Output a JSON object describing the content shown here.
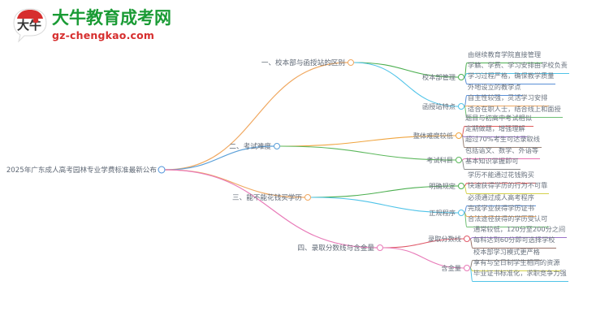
{
  "header": {
    "logo_icon": "speech-bubble-daniu-logo",
    "brand_title": "大牛教育成考网",
    "brand_domain": "gz-chengkao.com",
    "brand_color": "#1a9b35",
    "domain_color": "#d62e2e"
  },
  "mindmap": {
    "root": {
      "label": "2025年广东成人高考园林专业学费标准最新公布",
      "color": "#4a90d9"
    },
    "branches": [
      {
        "label": "一、校本部与函授站的区别",
        "color": "#f0a860",
        "children": [
          {
            "label": "校本部管理",
            "color": "#4caf50",
            "leaves": [
              {
                "text": "由继续教育学院直接管理",
                "color": "#4caf50"
              },
              {
                "text": "学籍、学费、学习安排由学校负责",
                "color": "#4fc3e8"
              },
              {
                "text": "学习过程严格，确保教学质量",
                "color": "#5a8fd6"
              }
            ]
          },
          {
            "label": "函授站特点",
            "color": "#4fc3e8",
            "leaves": [
              {
                "text": "外地设立的教学点",
                "color": "#5a8fd6"
              },
              {
                "text": "自主性较强，灵活学习安排",
                "color": "#f0a860"
              },
              {
                "text": "适合在职人士，结合线上和面授",
                "color": "#6fbf73"
              }
            ]
          }
        ]
      },
      {
        "label": "二、考试难度",
        "color": "#5a9fd8",
        "children": [
          {
            "label": "整体难度较低",
            "color": "#f0a540",
            "leaves": [
              {
                "text": "题目与初高中考试相似",
                "color": "#e05a5a"
              },
              {
                "text": "定期做题，增强理解",
                "color": "#9b72c9"
              },
              {
                "text": "超过70%考生可达录取线",
                "color": "#9a8478"
              }
            ]
          },
          {
            "label": "考试科目",
            "color": "#5cb85c",
            "leaves": [
              {
                "text": "包括语文、数学、外语等",
                "color": "#e86fb0"
              },
              {
                "text": "基本知识掌握即可",
                "color": "#8a8a8a"
              }
            ]
          }
        ]
      },
      {
        "label": "三、能不能花钱买学历",
        "color": "#f0a860",
        "children": [
          {
            "label": "明确规定",
            "color": "#4caf50",
            "leaves": [
              {
                "text": "学历不能通过花钱购买",
                "color": "#e05a5a"
              },
              {
                "text": "快速获得学历的行为不可靠",
                "color": "#d4d14a"
              }
            ]
          },
          {
            "label": "正规程序",
            "color": "#4fc3e8",
            "leaves": [
              {
                "text": "必须通过成人高考程序",
                "color": "#5a8fd6"
              },
              {
                "text": "完成学业获得学历证书",
                "color": "#f0a860"
              },
              {
                "text": "合法途径获得的学历受认可",
                "color": "#6fbf73"
              }
            ]
          }
        ]
      },
      {
        "label": "四、录取分数线与含金量",
        "color": "#e87ab8",
        "children": [
          {
            "label": "录取分数线",
            "color": "#e05a6a",
            "leaves": [
              {
                "text": "通常较低，120分至200分之间",
                "color": "#9b72c9"
              },
              {
                "text": "每科达到60分即可选择学校",
                "color": "#9a7268"
              }
            ]
          },
          {
            "label": "含金量",
            "color": "#e87ab8",
            "leaves": [
              {
                "text": "校本部学习模式更严格",
                "color": "#8a8078"
              },
              {
                "text": "享有与全日制学生相同的资源",
                "color": "#d4d14a"
              },
              {
                "text": "毕业证书标准化，求职竞争力强",
                "color": "#4fc3e8"
              }
            ]
          }
        ]
      }
    ]
  }
}
